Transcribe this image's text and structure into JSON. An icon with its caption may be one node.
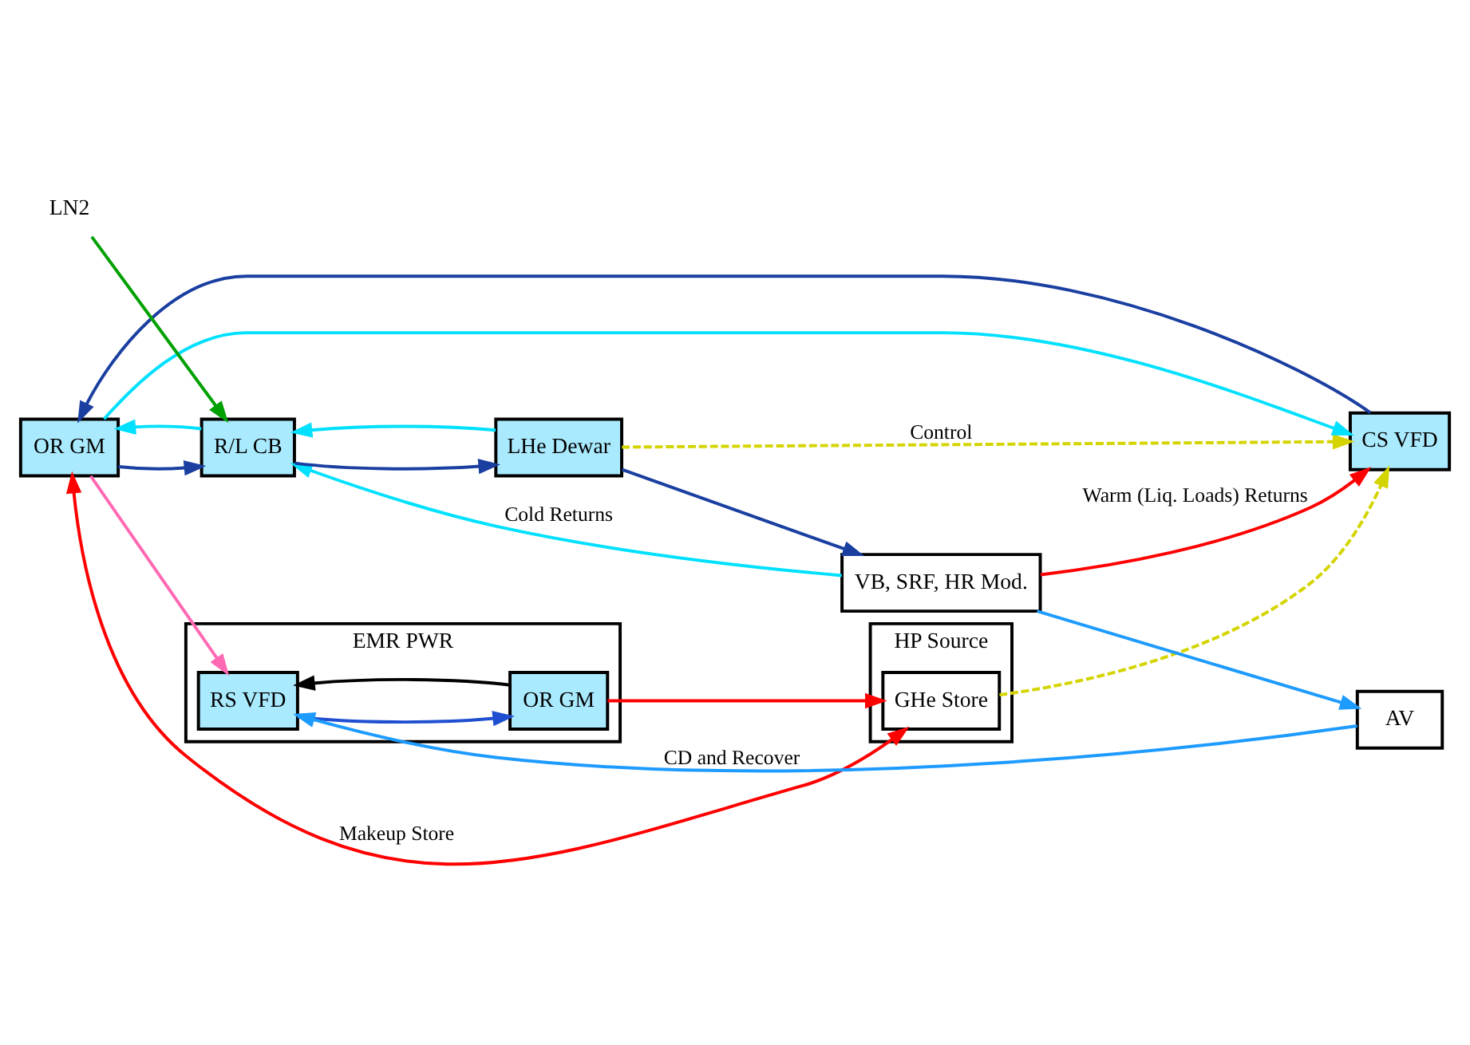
{
  "diagram": {
    "nodes": [
      {
        "text": [
          "EMR PWR"
        ]
      },
      {
        "text": [
          "RS VFD"
        ],
        "in": 0
      },
      {
        "text": [
          "OR GM"
        ],
        "in": 0
      },
      {
        "text": [
          "HP Source"
        ]
      },
      {
        "text": [
          "GHe Store"
        ],
        "in": 3
      },
      {
        "text": [
          "AV"
        ]
      },
      {
        "text": [
          "VB, SRF, HR Mod."
        ]
      },
      {
        "text": [
          "LHe Dewar"
        ]
      },
      {
        "text": [
          "R/L CB"
        ]
      },
      {
        "text": [
          "OR GM"
        ]
      },
      {
        "text": [
          "CS VFD"
        ]
      },
      {
        "text": [
          "LN2"
        ]
      }
    ],
    "edges": [
      {
        "from": 5,
        "to": 1,
        "arrow": "to",
        "label": "CD and Recover",
        "color": "#1e9bff"
      },
      {
        "from": 1,
        "to": 2,
        "arrow": "to",
        "color": "#1f4fd0"
      },
      {
        "from": 2,
        "to": 1,
        "arrow": "to",
        "color": "#000000"
      },
      {
        "from": 2,
        "to": 4,
        "arrow": "to",
        "color": "#ff0000"
      },
      {
        "from": 4,
        "to": 10,
        "arrow": "to",
        "style": "dashed",
        "color": "#d4d400"
      },
      {
        "from": 4,
        "to": 9,
        "arrow": "both",
        "label": "Makeup Store",
        "color": "#ff0000"
      },
      {
        "from": 9,
        "to": 1,
        "arrow": "to",
        "color": "#ff69b4"
      },
      {
        "from": 6,
        "to": 5,
        "arrow": "to",
        "color": "#1e9bff"
      },
      {
        "from": 7,
        "to": 6,
        "arrow": "to",
        "color": "#1a3fa0"
      },
      {
        "from": 8,
        "to": 7,
        "arrow": "to",
        "color": "#1a3fa0"
      },
      {
        "from": 9,
        "to": 8,
        "arrow": "to",
        "color": "#1a3fa0"
      },
      {
        "from": 10,
        "to": 9,
        "arrow": "to",
        "color": "#1a3fa0"
      },
      {
        "from": 7,
        "to": 8,
        "arrow": "to",
        "color": "#00e0ff"
      },
      {
        "from": 8,
        "to": 9,
        "arrow": "to",
        "color": "#00e0ff"
      },
      {
        "from": 9,
        "to": 10,
        "arrow": "to",
        "color": "#00e0ff"
      },
      {
        "from": 6,
        "to": 8,
        "arrow": "to",
        "label": "Cold Returns",
        "color": "#00e0ff"
      },
      {
        "from": 11,
        "to": 8,
        "arrow": "to",
        "color": "#00a000"
      },
      {
        "from": 6,
        "to": 10,
        "arrow": "to",
        "label": "Warm (Liq. Loads) Returns",
        "color": "#ff0000"
      },
      {
        "from": 7,
        "to": 10,
        "arrow": "to",
        "label": "Control",
        "style": "dashed",
        "color": "#d4d400"
      }
    ]
  }
}
